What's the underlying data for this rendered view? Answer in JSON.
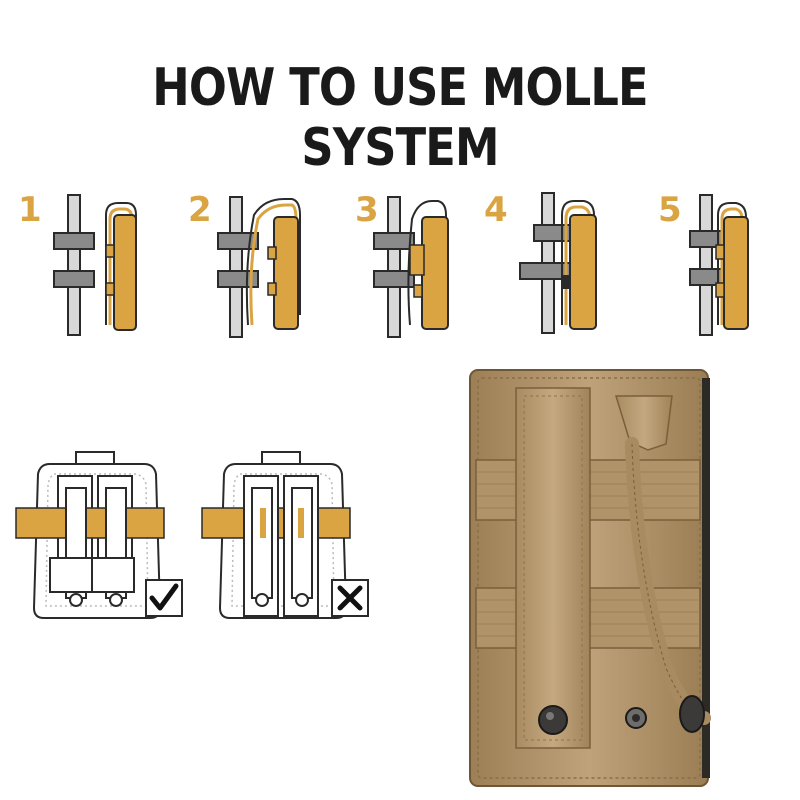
{
  "title": "HOW TO USE MOLLE SYSTEM",
  "steps": [
    {
      "number": "1"
    },
    {
      "number": "2"
    },
    {
      "number": "3"
    },
    {
      "number": "4"
    },
    {
      "number": "5"
    }
  ],
  "diagrams": [
    {
      "result": "correct",
      "mark_icon": "checkmark-icon"
    },
    {
      "result": "incorrect",
      "mark_icon": "x-mark-icon"
    }
  ],
  "colors": {
    "accent": "#d9a441",
    "line": "#2a2a2a",
    "webbing": "#8a8a8a",
    "pouch": "#b99b6b"
  }
}
